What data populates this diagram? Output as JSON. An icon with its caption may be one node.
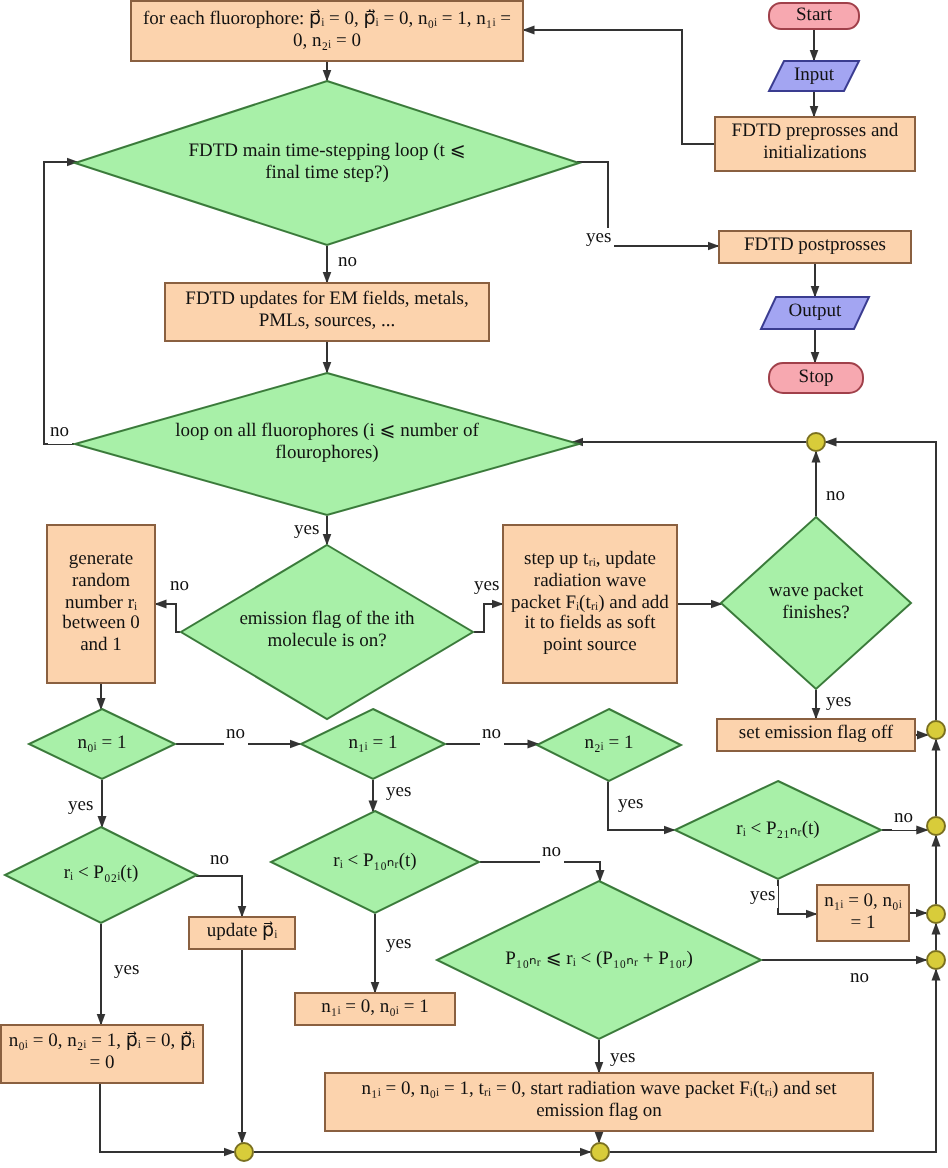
{
  "diagram": {
    "nodes": [
      {
        "text": [
          "Start"
        ]
      },
      {
        "text": [
          "Input"
        ]
      },
      {
        "text": [
          "FDTD preprosses and initializations"
        ]
      },
      {
        "text": [
          "for each fluorophore: p⃗ᵢ = 0, ṗ⃗ᵢ = 0, n₀ᵢ = 1, n₁ᵢ = 0, n₂ᵢ = 0"
        ]
      },
      {
        "text": [
          "FDTD main time-stepping loop (t ⩽ final time step?)"
        ]
      },
      {
        "text": [
          "FDTD postprosses"
        ]
      },
      {
        "text": [
          "Output"
        ]
      },
      {
        "text": [
          "Stop"
        ]
      },
      {
        "text": [
          "FDTD updates for EM fields, metals, PMLs, sources, ..."
        ]
      },
      {
        "text": [
          "loop on all fluorophores (i ⩽ number of flourophores)"
        ]
      },
      {
        "text": [
          "emission flag of the ith molecule is on?"
        ]
      },
      {
        "text": [
          "generate random number rᵢ between 0 and 1"
        ]
      },
      {
        "text": [
          "step up tᵣᵢ, update radiation wave packet Fᵢ(tᵣᵢ) and add it to fields as soft point source"
        ]
      },
      {
        "text": [
          "wave packet finishes?"
        ]
      },
      {
        "text": [
          "set emission flag off"
        ]
      },
      {
        "text": [
          "n₀ᵢ = 1"
        ]
      },
      {
        "text": [
          "n₁ᵢ = 1"
        ]
      },
      {
        "text": [
          "n₂ᵢ = 1"
        ]
      },
      {
        "text": [
          "rᵢ < P₀₂ᵢ(t)"
        ]
      },
      {
        "text": [
          "update p⃗ᵢ"
        ]
      },
      {
        "text": [
          "rᵢ < P₁₀ₙᵣ(t)"
        ]
      },
      {
        "text": [
          "rᵢ < P₂₁ₙᵣ(t)"
        ]
      },
      {
        "text": [
          "n₁ᵢ = 0, n₀ᵢ = 1"
        ]
      },
      {
        "text": [
          "n₁ᵢ = 0, n₀ᵢ = 1"
        ]
      },
      {
        "text": [
          "P₁₀ₙᵣ ⩽ rᵢ < (P₁₀ₙᵣ + P₁₀ᵣ)"
        ]
      },
      {
        "text": [
          "n₀ᵢ = 0, n₂ᵢ = 1, p⃗ᵢ = 0, ṗ⃗ᵢ = 0"
        ]
      },
      {
        "text": [
          "n₁ᵢ = 0, n₀ᵢ = 1, tᵣᵢ = 0, start radiation wave packet Fᵢ(tᵣᵢ) and set emission flag on"
        ]
      },
      {
        "text": [],
        "shape": "circle"
      },
      {
        "text": [],
        "shape": "circle"
      },
      {
        "text": [],
        "shape": "circle"
      },
      {
        "text": [],
        "shape": "circle"
      },
      {
        "text": [],
        "shape": "circle"
      },
      {
        "text": [],
        "shape": "circle"
      },
      {
        "text": [],
        "shape": "circle"
      }
    ],
    "edges": [
      {
        "from": 0,
        "to": 1,
        "arrow": "to"
      },
      {
        "from": 1,
        "to": 2,
        "arrow": "to"
      },
      {
        "from": 2,
        "to": 3,
        "arrow": "to"
      },
      {
        "from": 3,
        "to": 4,
        "arrow": "to"
      },
      {
        "from": 4,
        "to": 5,
        "arrow": "to",
        "label": "yes"
      },
      {
        "from": 5,
        "to": 6,
        "arrow": "to"
      },
      {
        "from": 6,
        "to": 7,
        "arrow": "to"
      },
      {
        "from": 4,
        "to": 8,
        "arrow": "to",
        "label": "no"
      },
      {
        "from": 8,
        "to": 9,
        "arrow": "to"
      },
      {
        "from": 9,
        "to": 4,
        "arrow": "to",
        "label": "no"
      },
      {
        "from": 9,
        "to": 10,
        "arrow": "to",
        "label": "yes"
      },
      {
        "from": 10,
        "to": 11,
        "arrow": "to",
        "label": "no"
      },
      {
        "from": 10,
        "to": 12,
        "arrow": "to",
        "label": "yes"
      },
      {
        "from": 12,
        "to": 13,
        "arrow": "to"
      },
      {
        "from": 13,
        "to": 27,
        "arrow": "to",
        "label": "no"
      },
      {
        "from": 13,
        "to": 14,
        "arrow": "to",
        "label": "yes"
      },
      {
        "from": 14,
        "to": 28,
        "arrow": "to"
      },
      {
        "from": 11,
        "to": 15,
        "arrow": "to"
      },
      {
        "from": 15,
        "to": 16,
        "arrow": "to",
        "label": "no"
      },
      {
        "from": 16,
        "to": 17,
        "arrow": "to",
        "label": "no"
      },
      {
        "from": 15,
        "to": 18,
        "arrow": "to",
        "label": "yes"
      },
      {
        "from": 16,
        "to": 20,
        "arrow": "to",
        "label": "yes"
      },
      {
        "from": 17,
        "to": 21,
        "arrow": "to",
        "label": "yes"
      },
      {
        "from": 21,
        "to": 29,
        "arrow": "to",
        "label": "no"
      },
      {
        "from": 21,
        "to": 22,
        "arrow": "to",
        "label": "yes"
      },
      {
        "from": 22,
        "to": 30,
        "arrow": "to"
      },
      {
        "from": 18,
        "to": 19,
        "arrow": "to",
        "label": "no"
      },
      {
        "from": 20,
        "to": 24,
        "arrow": "to",
        "label": "no"
      },
      {
        "from": 20,
        "to": 23,
        "arrow": "to",
        "label": "yes"
      },
      {
        "from": 24,
        "to": 31,
        "arrow": "to",
        "label": "no"
      },
      {
        "from": 18,
        "to": 25,
        "arrow": "to",
        "label": "yes"
      },
      {
        "from": 24,
        "to": 26,
        "arrow": "to",
        "label": "yes"
      },
      {
        "from": 25,
        "to": 32,
        "arrow": "to"
      },
      {
        "from": 19,
        "to": 32,
        "arrow": "to"
      },
      {
        "from": 32,
        "to": 33,
        "arrow": "to"
      },
      {
        "from": 26,
        "to": 33,
        "arrow": "to"
      },
      {
        "from": 33,
        "to": 31,
        "arrow": "to"
      },
      {
        "from": 31,
        "to": 30,
        "arrow": "to"
      },
      {
        "from": 30,
        "to": 29,
        "arrow": "to"
      },
      {
        "from": 29,
        "to": 28,
        "arrow": "to"
      },
      {
        "from": 28,
        "to": 27,
        "arrow": "to"
      },
      {
        "from": 27,
        "to": 9,
        "arrow": "to"
      }
    ]
  }
}
